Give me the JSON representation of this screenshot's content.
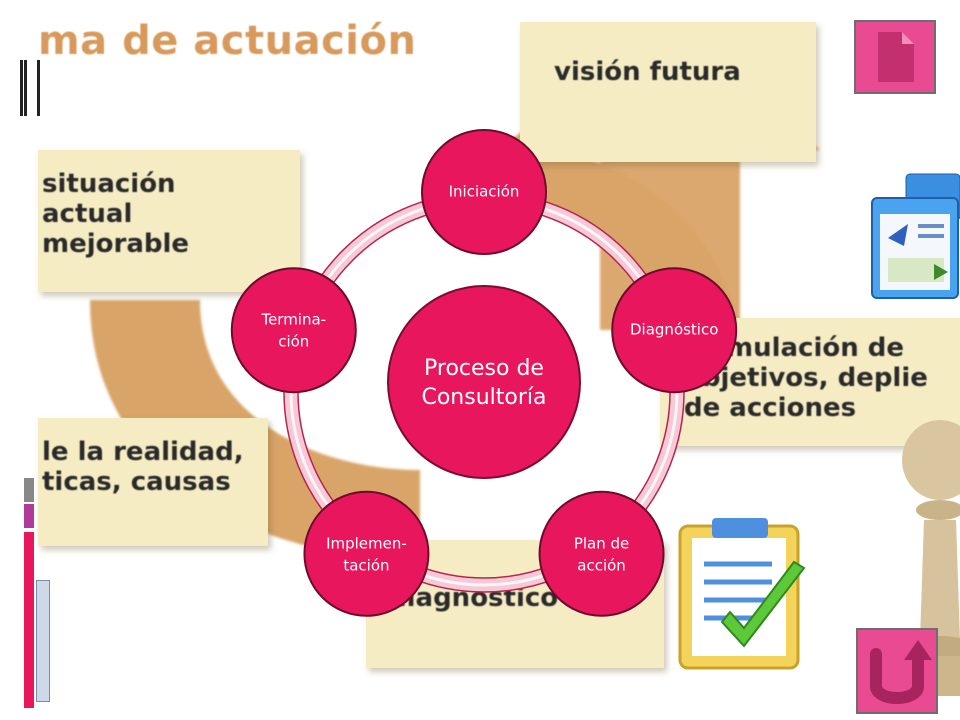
{
  "background": {
    "title": "ma de actuación",
    "box_vision": "visión futura",
    "box_situacion": "situación\nactual\nmejorable",
    "box_formulacion": "formulación de\nobjetivos, deplie\nde acciones",
    "box_realidad": "le la realidad,\nticas, causas",
    "box_diagnostico": "diagnóstico"
  },
  "diagram": {
    "center_label_line1": "Proceso de",
    "center_label_line2": "Consultoría",
    "nodes": [
      {
        "id": "iniciacion",
        "line1": "Iniciación",
        "line2": ""
      },
      {
        "id": "diagnostico",
        "line1": "Diagnóstico",
        "line2": ""
      },
      {
        "id": "plan",
        "line1": "Plan de",
        "line2": "acción"
      },
      {
        "id": "implementacion",
        "line1": "Implemen-",
        "line2": "tación"
      },
      {
        "id": "terminacion",
        "line1": "Termina-",
        "line2": "ción"
      }
    ]
  },
  "colors": {
    "node_fill": "#e8175d",
    "node_stroke": "#6d0c2a",
    "ring": "#f2a7bd",
    "button_bg": "#e94b92",
    "bg_box": "#f5ecc4",
    "arrow": "#d9a467"
  },
  "icons": {
    "top_right": "document-icon",
    "bottom_right": "return-icon",
    "window_graphic": "window-graphic",
    "clipboard_graphic": "clipboard-check-graphic",
    "chess_graphic": "chess-pawn-graphic"
  }
}
